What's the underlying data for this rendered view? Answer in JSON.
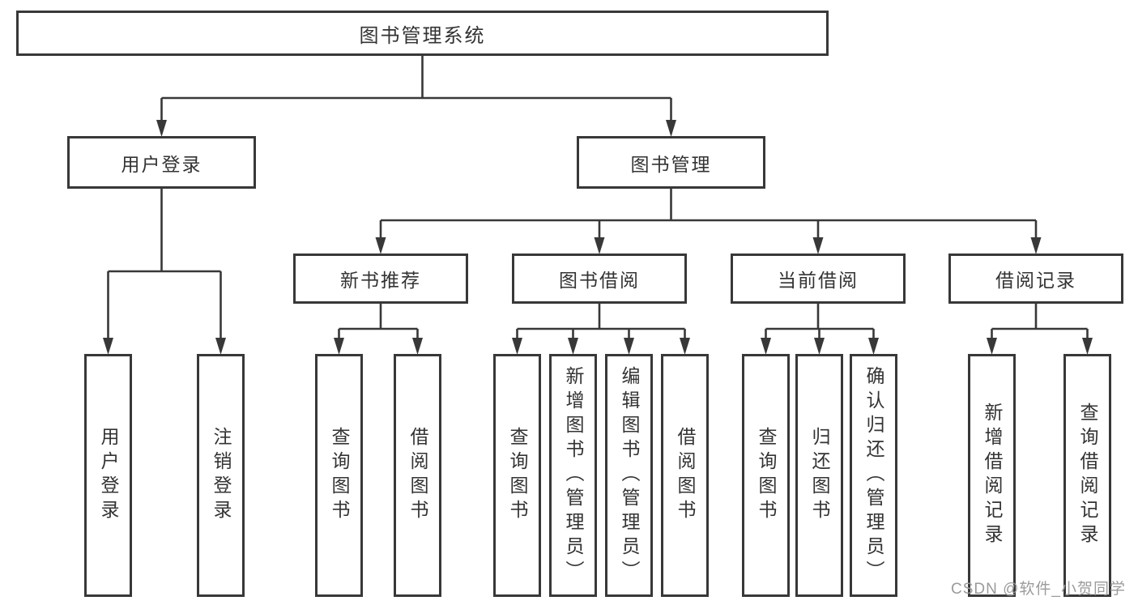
{
  "colors": {
    "background": "#ffffff",
    "line": "#383838",
    "border": "#383838",
    "text": "#333333",
    "watermark": "#9b9b9b"
  },
  "diagram": {
    "type": "hierarchy-tree",
    "tree": {
      "label": "图书管理系统",
      "children": [
        {
          "label": "用户登录",
          "children": [
            {
              "label": "用户登录"
            },
            {
              "label": "注销登录"
            }
          ]
        },
        {
          "label": "图书管理",
          "children": [
            {
              "label": "新书推荐",
              "children": [
                {
                  "label": "查询图书"
                },
                {
                  "label": "借阅图书"
                }
              ]
            },
            {
              "label": "图书借阅",
              "children": [
                {
                  "label": "查询图书"
                },
                {
                  "label": "新增图书（管理员）"
                },
                {
                  "label": "编辑图书（管理员）"
                },
                {
                  "label": "借阅图书"
                }
              ]
            },
            {
              "label": "当前借阅",
              "children": [
                {
                  "label": "查询图书"
                },
                {
                  "label": "归还图书"
                },
                {
                  "label": "确认归还（管理员）"
                }
              ]
            },
            {
              "label": "借阅记录",
              "children": [
                {
                  "label": "新增借阅记录"
                },
                {
                  "label": "查询借阅记录"
                }
              ]
            }
          ]
        }
      ]
    }
  },
  "watermark": {
    "text": "CSDN @软件_小贺同学"
  }
}
